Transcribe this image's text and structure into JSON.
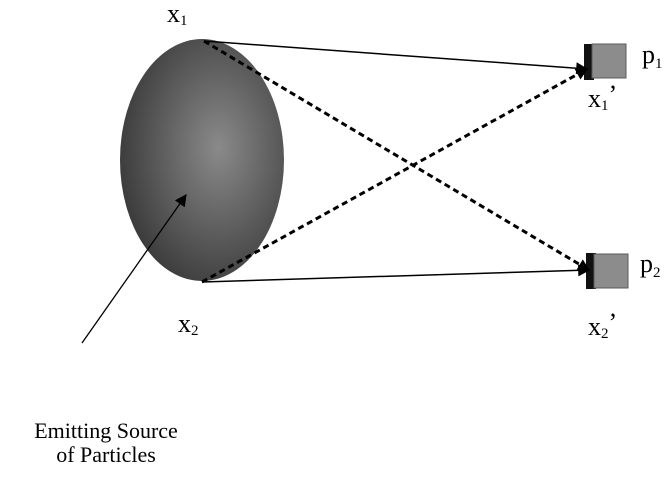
{
  "diagram": {
    "source_caption_line1": "Emitting Source",
    "source_caption_line2": "of Particles",
    "points": {
      "x1": {
        "letter": "x",
        "sub": "1"
      },
      "x2": {
        "letter": "x",
        "sub": "2"
      },
      "x1_prime": {
        "letter": "x",
        "sub": "1",
        "prime": "’"
      },
      "x2_prime": {
        "letter": "x",
        "sub": "2",
        "prime": "’"
      }
    },
    "detectors": {
      "p1": {
        "letter": "p",
        "sub": "1"
      },
      "p2": {
        "letter": "p",
        "sub": "2"
      }
    },
    "colors": {
      "source_dark": "#2a2a2a",
      "source_light": "#8a8a8a",
      "detector": "#8c8c8c",
      "detector_edge": "#111111",
      "line": "#000000"
    }
  }
}
